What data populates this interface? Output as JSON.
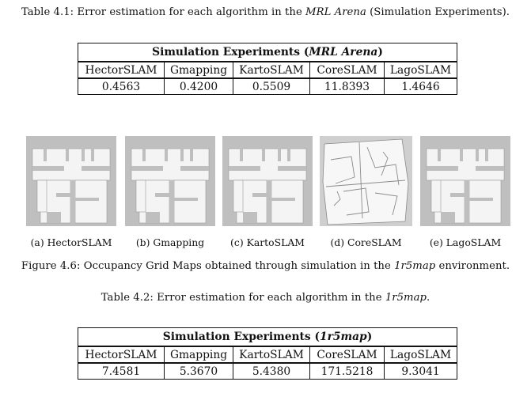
{
  "table1": {
    "caption_prefix": "Table 4.1: Error estimation for each algorithm in the ",
    "caption_env": "MRL Arena",
    "caption_suffix": " (Simulation Experiments).",
    "title_prefix": "Simulation Experiments (",
    "title_env": "MRL Arena",
    "title_suffix": ")",
    "headers": [
      "HectorSLAM",
      "Gmapping",
      "KartoSLAM",
      "CoreSLAM",
      "LagoSLAM"
    ],
    "values": [
      "0.4563",
      "0.4200",
      "0.5509",
      "11.8393",
      "1.4646"
    ]
  },
  "figure": {
    "caption_prefix": "Figure 4.6: Occupancy Grid Maps obtained through simulation in the ",
    "caption_env": "1r5map",
    "caption_suffix": " environment.",
    "subcaptions": [
      "(a) HectorSLAM",
      "(b) Gmapping",
      "(c) KartoSLAM",
      "(d) CoreSLAM",
      "(e) LagoSLAM"
    ]
  },
  "table2": {
    "caption_prefix": "Table 4.2: Error estimation for each algorithm in the ",
    "caption_env": "1r5map",
    "caption_suffix": ".",
    "title_prefix": "Simulation Experiments (",
    "title_env": "1r5map",
    "title_suffix": ")",
    "headers": [
      "HectorSLAM",
      "Gmapping",
      "KartoSLAM",
      "CoreSLAM",
      "LagoSLAM"
    ],
    "values": [
      "7.4581",
      "5.3670",
      "5.4380",
      "171.5218",
      "9.3041"
    ]
  }
}
